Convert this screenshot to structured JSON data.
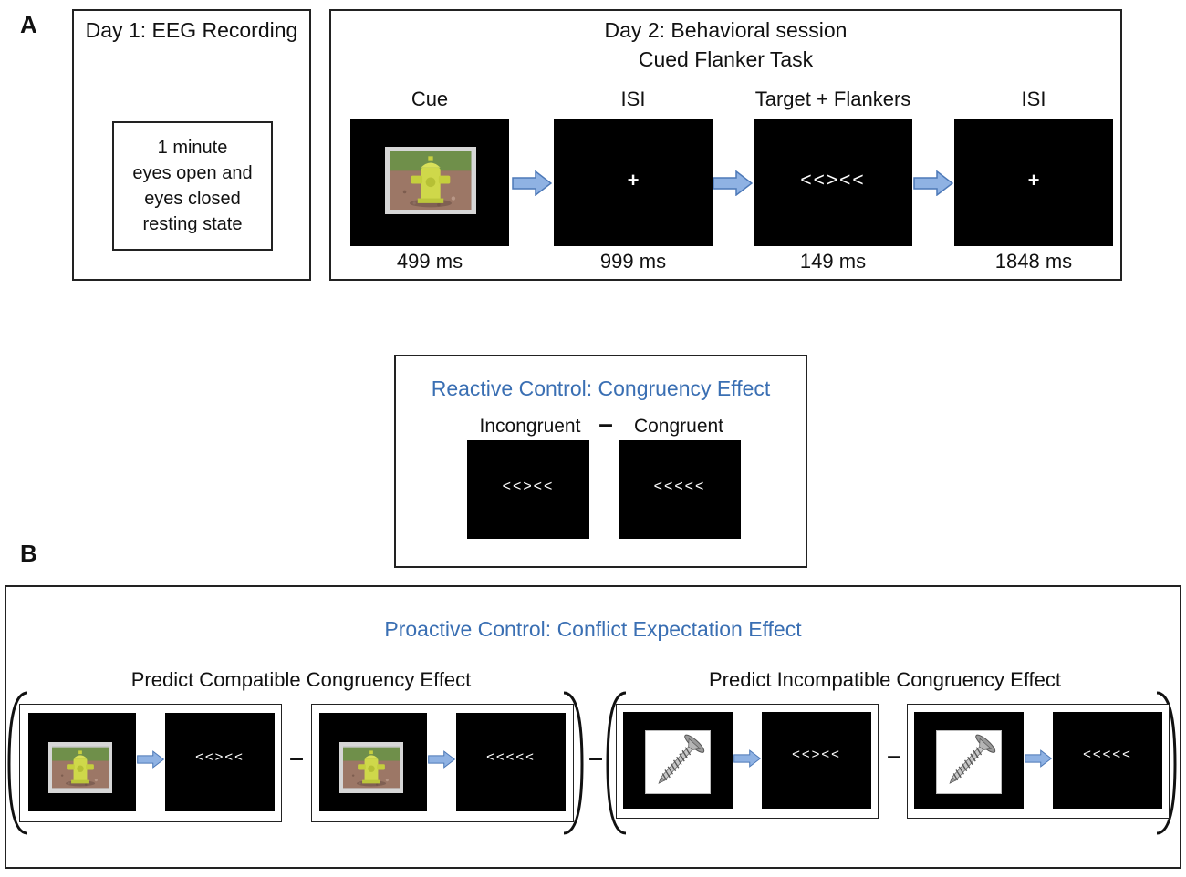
{
  "panel_a": {
    "letter": "A",
    "day1": {
      "title": "Day 1: EEG Recording",
      "lines": [
        "1 minute",
        "eyes open and",
        "eyes closed",
        "resting state"
      ]
    },
    "day2": {
      "title_line1": "Day 2: Behavioral session",
      "title_line2": "Cued Flanker Task",
      "stages": [
        {
          "label": "Cue",
          "duration": "499 ms"
        },
        {
          "label": "ISI",
          "duration": "999 ms",
          "symbol": "+"
        },
        {
          "label": "Target + Flankers",
          "duration": "149 ms",
          "symbol": "<<><<"
        },
        {
          "label": "ISI",
          "duration": "1848 ms",
          "symbol": "+"
        }
      ]
    },
    "reactive": {
      "title": "Reactive Control: Congruency Effect",
      "incongruent_label": "Incongruent",
      "minus": "–",
      "congruent_label": "Congruent",
      "incongruent_symbol": "<<><<",
      "congruent_symbol": "<<<<<"
    }
  },
  "panel_b": {
    "letter": "B",
    "title": "Proactive Control: Conflict Expectation Effect",
    "left_label": "Predict Compatible Congruency Effect",
    "right_label": "Predict Incompatible Congruency Effect",
    "minus": "–",
    "trials": [
      {
        "cue": "hydrant",
        "symbol": "<<><<"
      },
      {
        "cue": "hydrant",
        "symbol": "<<<<<"
      },
      {
        "cue": "screw",
        "symbol": "<<><<"
      },
      {
        "cue": "screw",
        "symbol": "<<<<<"
      }
    ]
  },
  "colors": {
    "accent_blue": "#3a6fb3",
    "arrow_fill": "#8fb2e3",
    "arrow_stroke": "#4d79b8"
  }
}
